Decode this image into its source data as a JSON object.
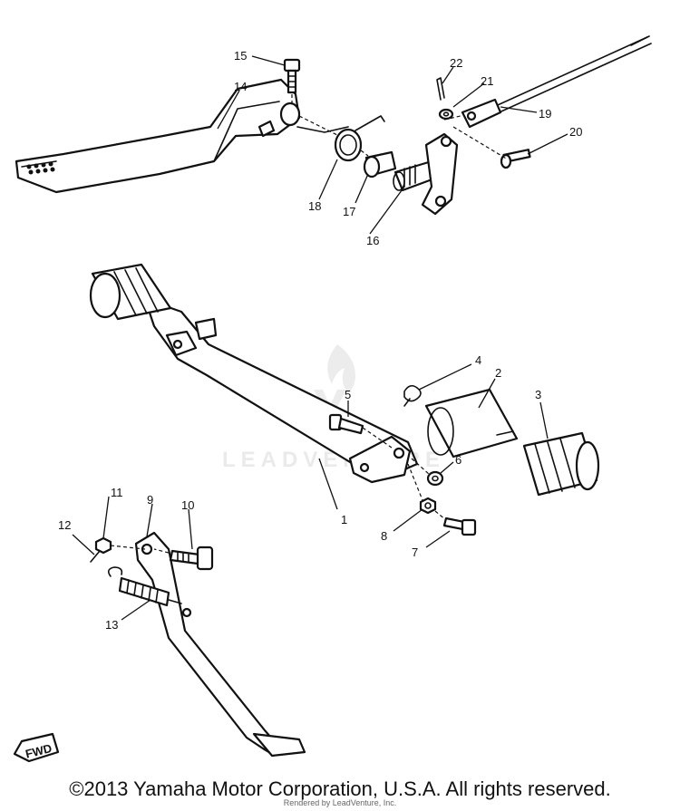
{
  "callouts": {
    "c1": "1",
    "c2": "2",
    "c3": "3",
    "c4": "4",
    "c5": "5",
    "c6": "6",
    "c7": "7",
    "c8": "8",
    "c9": "9",
    "c10": "10",
    "c11": "11",
    "c12": "12",
    "c13": "13",
    "c14": "14",
    "c15": "15",
    "c16": "16",
    "c17": "17",
    "c18": "18",
    "c19": "19",
    "c20": "20",
    "c21": "21",
    "c22": "22"
  },
  "fwd_label": "FWD",
  "watermark": "LEADVENTURE",
  "footer": {
    "copyright": "©2013 Yamaha Motor Corporation, U.S.A. All rights reserved.",
    "rendered": "Rendered by LeadVenture, Inc."
  }
}
